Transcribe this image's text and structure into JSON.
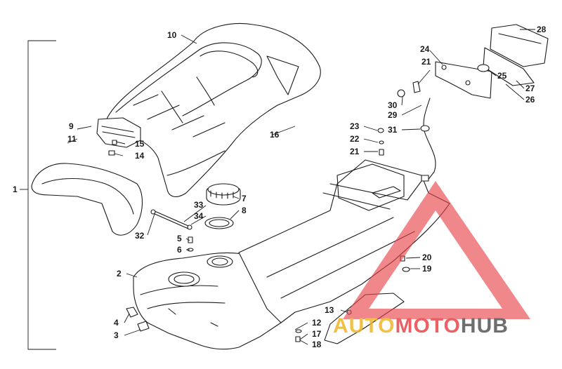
{
  "diagram": {
    "callouts": {
      "c1": "1",
      "c2": "2",
      "c3": "3",
      "c4": "4",
      "c5": "5",
      "c6": "6",
      "c7": "7",
      "c8": "8",
      "c9": "9",
      "c10": "10",
      "c11": "11",
      "c12": "12",
      "c13": "13",
      "c14": "14",
      "c15": "15",
      "c16": "16",
      "c17": "17",
      "c18": "18",
      "c19": "19",
      "c20": "20",
      "c21a": "21",
      "c21b": "21",
      "c22": "22",
      "c23": "23",
      "c24": "24",
      "c25": "25",
      "c26": "26",
      "c27": "27",
      "c28": "28",
      "c29": "29",
      "c30": "30",
      "c31": "31",
      "c32": "32",
      "c33": "33",
      "c34": "34"
    }
  },
  "watermark": {
    "word_auto": "AUTO",
    "word_moto": "MOTO",
    "word_hub": "HUB",
    "colors": {
      "auto": "#f0b428",
      "moto": "#e8454a",
      "hub": "#555555",
      "triangle": "#e8454a"
    }
  }
}
